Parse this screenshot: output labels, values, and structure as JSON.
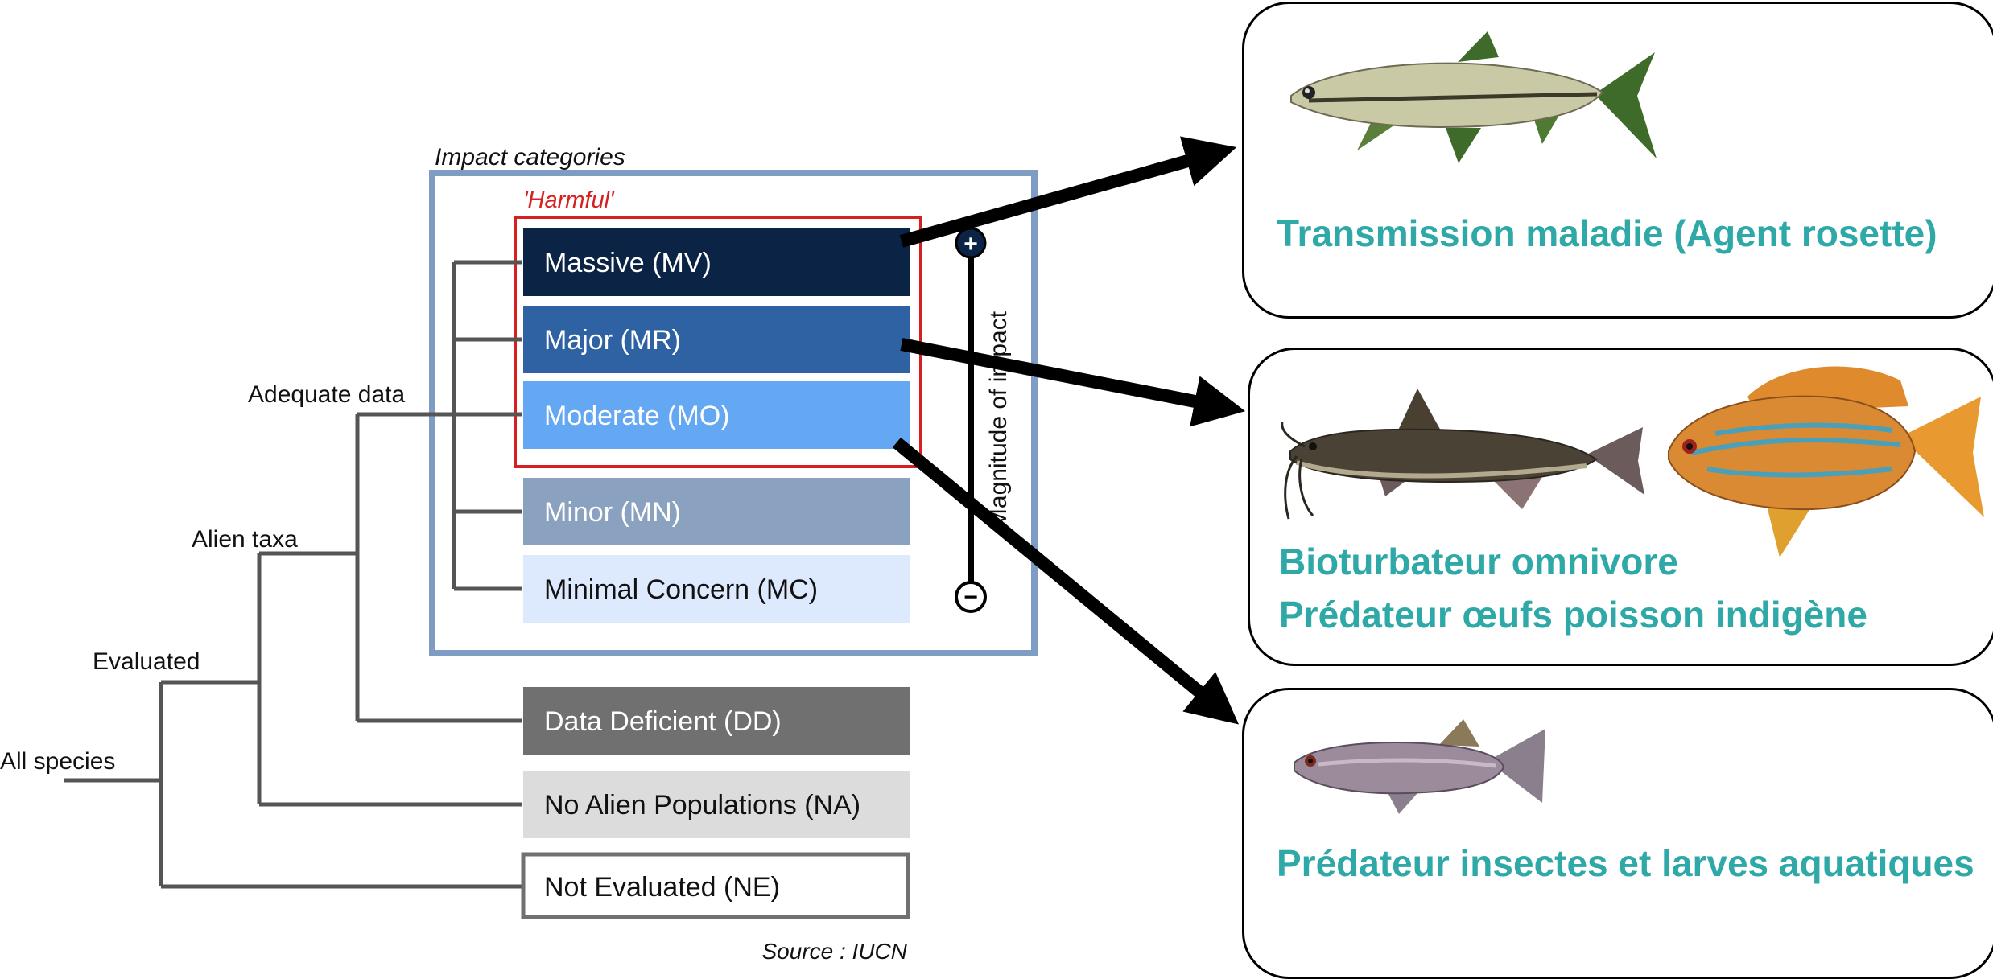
{
  "impact_box": {
    "title": "Impact categories",
    "harmful_label": "'Harmful'",
    "axis_label": "Magnitude of impact",
    "plus_symbol": "+",
    "minus_symbol": "−"
  },
  "tree": {
    "all_species": "All species",
    "evaluated": "Evaluated",
    "alien_taxa": "Alien taxa",
    "adequate_data": "Adequate data"
  },
  "categories": [
    {
      "label": "Massive (MV)",
      "fill": "#0b2345",
      "text_color": "#ffffff"
    },
    {
      "label": "Major (MR)",
      "fill": "#2e62a3",
      "text_color": "#ffffff"
    },
    {
      "label": "Moderate (MO)",
      "fill": "#64a7f2",
      "text_color": "#ffffff"
    },
    {
      "label": "Minor (MN)",
      "fill": "#8aa1bf",
      "text_color": "#ffffff"
    },
    {
      "label": "Minimal Concern (MC)",
      "fill": "#dde9fd",
      "text_color": "#111111"
    },
    {
      "label": "Data Deficient (DD)",
      "fill": "#707070",
      "text_color": "#ffffff"
    },
    {
      "label": "No Alien Populations (NA)",
      "fill": "#dcdcdc",
      "text_color": "#111111"
    },
    {
      "label": "Not Evaluated (NE)",
      "fill": "#ffffff",
      "text_color": "#111111"
    }
  ],
  "source": "Source : IUCN",
  "panels": [
    {
      "lines": [
        "Transmission maladie (Agent rosette)"
      ],
      "fish": [
        "topmouth-gudgeon"
      ]
    },
    {
      "lines": [
        "Bioturbateur omnivore",
        "Prédateur œufs poisson indigène"
      ],
      "fish": [
        "catfish",
        "pumpkinseed-sunfish"
      ]
    },
    {
      "lines": [
        "Prédateur insectes et larves aquatiques"
      ],
      "fish": [
        "mosquitofish"
      ]
    }
  ],
  "colors": {
    "impact_frame": "#7f9cc4",
    "harmful_frame": "#d62020",
    "tree_lines": "#555555",
    "panel_text": "#2fa8a8"
  }
}
